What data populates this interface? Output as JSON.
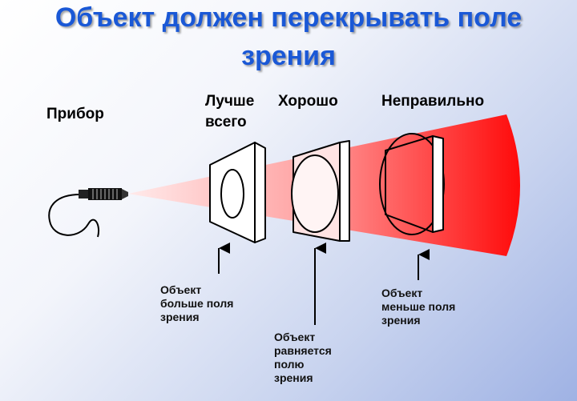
{
  "title": {
    "line1": "Объект должен перекрывать поле",
    "line2": "зрения"
  },
  "labels": {
    "device": "Прибор",
    "best_line1": "Лучше",
    "best_line2": "всего",
    "good": "Хорошо",
    "wrong": "Неправильно"
  },
  "notes": {
    "larger": [
      "Объект",
      "больше поля",
      "зрения"
    ],
    "equal": [
      "Объект",
      "равняется",
      "полю",
      "зрения"
    ],
    "smaller": [
      "Объект",
      "меньше поля",
      "зрения"
    ]
  },
  "colors": {
    "title": "#1a58d6",
    "beam_tip": "#ffe4e4",
    "beam_end": "#ff0000"
  }
}
